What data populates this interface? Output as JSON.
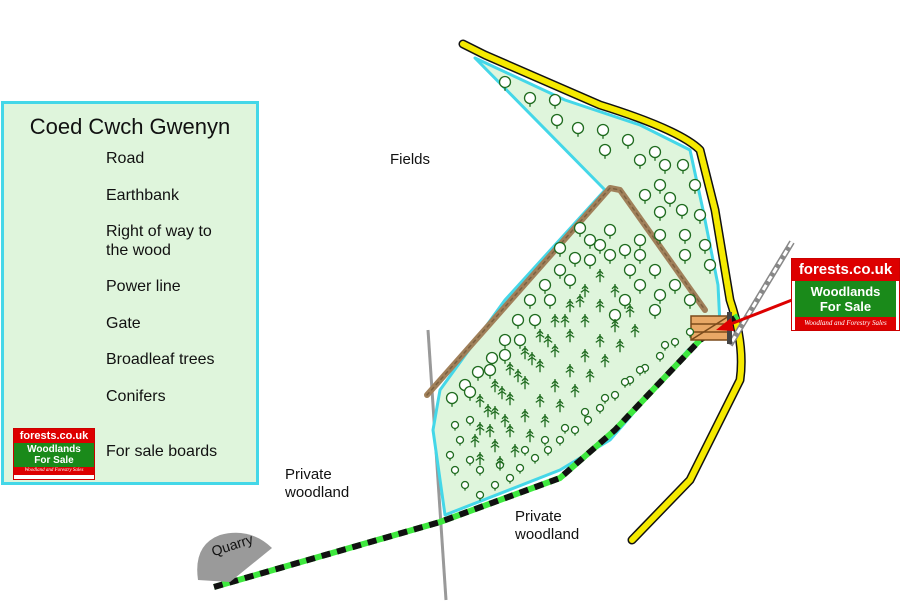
{
  "legend": {
    "title": "Coed Cwch Gwenyn",
    "items": [
      {
        "symbol": "road",
        "label": "Road"
      },
      {
        "symbol": "earthbank",
        "label": "Earthbank"
      },
      {
        "symbol": "right-of-way",
        "label": "Right of way to the wood"
      },
      {
        "symbol": "power-line",
        "label": "Power line"
      },
      {
        "symbol": "gate",
        "label": "Gate"
      },
      {
        "symbol": "broadleaf-trees",
        "label": "Broadleaf trees"
      },
      {
        "symbol": "conifers",
        "label": "Conifers"
      },
      {
        "symbol": "for-sale-board",
        "label": "For sale boards"
      }
    ]
  },
  "map_labels": {
    "fields": "Fields",
    "private_woodland_left": "Private woodland",
    "private_woodland_bottom": "Private woodland",
    "quarry": "Quarry"
  },
  "sale_board": {
    "brand": "forests.co.uk",
    "headline": "Woodlands For Sale",
    "tagline": "Woodland and Forestry Sales"
  },
  "colors": {
    "road": "#f5ea00",
    "road_edge": "#111111",
    "wood_fill": "#dff5dc",
    "wood_border": "#44d7e8",
    "earthbank": "#a0805a",
    "right_of_way": "#3ee83e",
    "power_line": "#999999",
    "tree": "#1f6b1f",
    "board_red": "#dd0000",
    "board_green": "#1a8a1a",
    "quarry": "#9a9a9a"
  }
}
